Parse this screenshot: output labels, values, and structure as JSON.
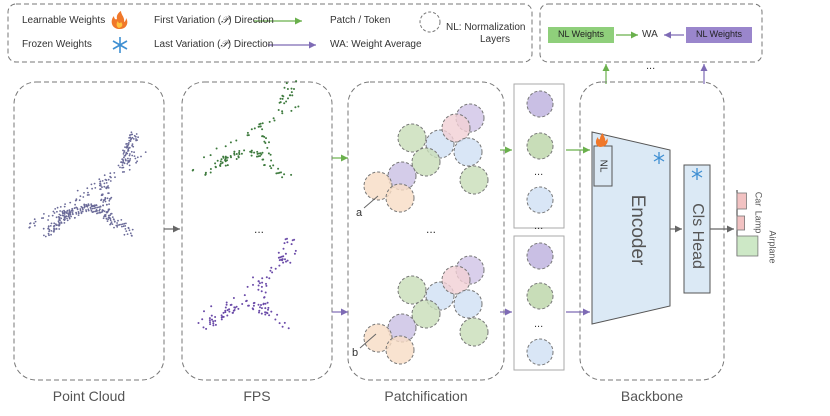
{
  "legend": {
    "learnable_weights": "Learnable Weights",
    "frozen_weights": "Frozen Weights",
    "first_variation": "First Variation (",
    "last_variation": "Last Variation (",
    "p_symbol": "𝒫",
    "direction_suffix": ") Direction",
    "patch_token": "Patch / Token",
    "weight_average": "WA: Weight Average",
    "nl_line1": "NL: Normalization",
    "nl_line2": "Layers"
  },
  "wa_panel": {
    "left_box": "NL Weights",
    "center": "WA",
    "right_box": "NL Weights"
  },
  "stages": {
    "point_cloud": "Point Cloud",
    "fps": "FPS",
    "patchification": "Patchification",
    "backbone": "Backbone"
  },
  "ellipsis": "...",
  "markers": {
    "a": "a",
    "b": "b"
  },
  "encoder": {
    "label": "Encoder",
    "nl": "NL"
  },
  "cls_head": "Cls Head",
  "output_bars": {
    "categories": [
      "Car",
      "Lamp",
      "Airplane"
    ],
    "values": [
      0.25,
      0.2,
      0.55
    ]
  },
  "colors": {
    "first_direction": "#6ab04c",
    "last_direction": "#7e6bb5",
    "nl_green": "#8fcf7b",
    "nl_purple": "#9a86cc",
    "encoder_fill": "#dbe9f5",
    "bar_car": "#f2c2c2",
    "bar_lamp": "#f2c2c2",
    "bar_airplane": "#cde8c6"
  }
}
